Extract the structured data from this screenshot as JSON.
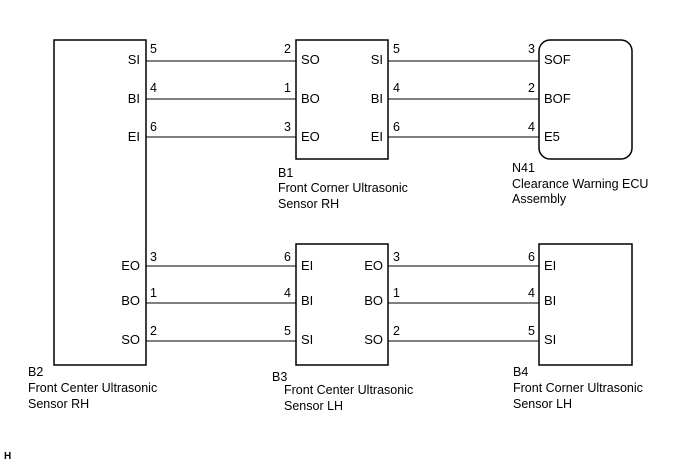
{
  "components": {
    "b2": {
      "code": "B2",
      "name_line1": "Front Center Ultrasonic",
      "name_line2": "Sensor RH",
      "pins": [
        "SI",
        "BI",
        "EI",
        "EO",
        "BO",
        "SO"
      ]
    },
    "b1": {
      "code": "B1",
      "name_line1": "Front Corner Ultrasonic",
      "name_line2": "Sensor RH",
      "pins_left": [
        "SO",
        "BO",
        "EO"
      ],
      "pins_right": [
        "SI",
        "BI",
        "EI"
      ]
    },
    "n41": {
      "code": "N41",
      "name_line1": "Clearance Warning ECU",
      "name_line2": "Assembly",
      "pins": [
        "SOF",
        "BOF",
        "E5"
      ]
    },
    "b3": {
      "code": "B3",
      "name_line1": "Front Center Ultrasonic",
      "name_line2": "Sensor LH",
      "pins_left": [
        "EI",
        "BI",
        "SI"
      ],
      "pins_right": [
        "EO",
        "BO",
        "SO"
      ]
    },
    "b4": {
      "code": "B4",
      "name_line1": "Front Corner Ultrasonic",
      "name_line2": "Sensor LH",
      "pins": [
        "EI",
        "BI",
        "SI"
      ]
    }
  },
  "wires": {
    "w1": {
      "from": "B2 SI",
      "from_pin": "5",
      "to": "B1 SO",
      "to_pin": "2"
    },
    "w2": {
      "from": "B2 BI",
      "from_pin": "4",
      "to": "B1 BO",
      "to_pin": "1"
    },
    "w3": {
      "from": "B2 EI",
      "from_pin": "6",
      "to": "B1 EO",
      "to_pin": "3"
    },
    "w4": {
      "from": "B1 SI",
      "from_pin": "5",
      "to": "N41 SOF",
      "to_pin": "3"
    },
    "w5": {
      "from": "B1 BI",
      "from_pin": "4",
      "to": "N41 BOF",
      "to_pin": "2"
    },
    "w6": {
      "from": "B1 EI",
      "from_pin": "6",
      "to": "N41 E5",
      "to_pin": "4"
    },
    "w7": {
      "from": "B2 EO",
      "from_pin": "3",
      "to": "B3 EI",
      "to_pin": "6"
    },
    "w8": {
      "from": "B2 BO",
      "from_pin": "1",
      "to": "B3 BI",
      "to_pin": "4"
    },
    "w9": {
      "from": "B2 SO",
      "from_pin": "2",
      "to": "B3 SI",
      "to_pin": "5"
    },
    "w10": {
      "from": "B3 EO",
      "from_pin": "3",
      "to": "B4 EI",
      "to_pin": "6"
    },
    "w11": {
      "from": "B3 BO",
      "from_pin": "1",
      "to": "B4 BI",
      "to_pin": "4"
    },
    "w12": {
      "from": "B3 SO",
      "from_pin": "2",
      "to": "B4 SI",
      "to_pin": "5"
    }
  },
  "footer_mark": "H"
}
